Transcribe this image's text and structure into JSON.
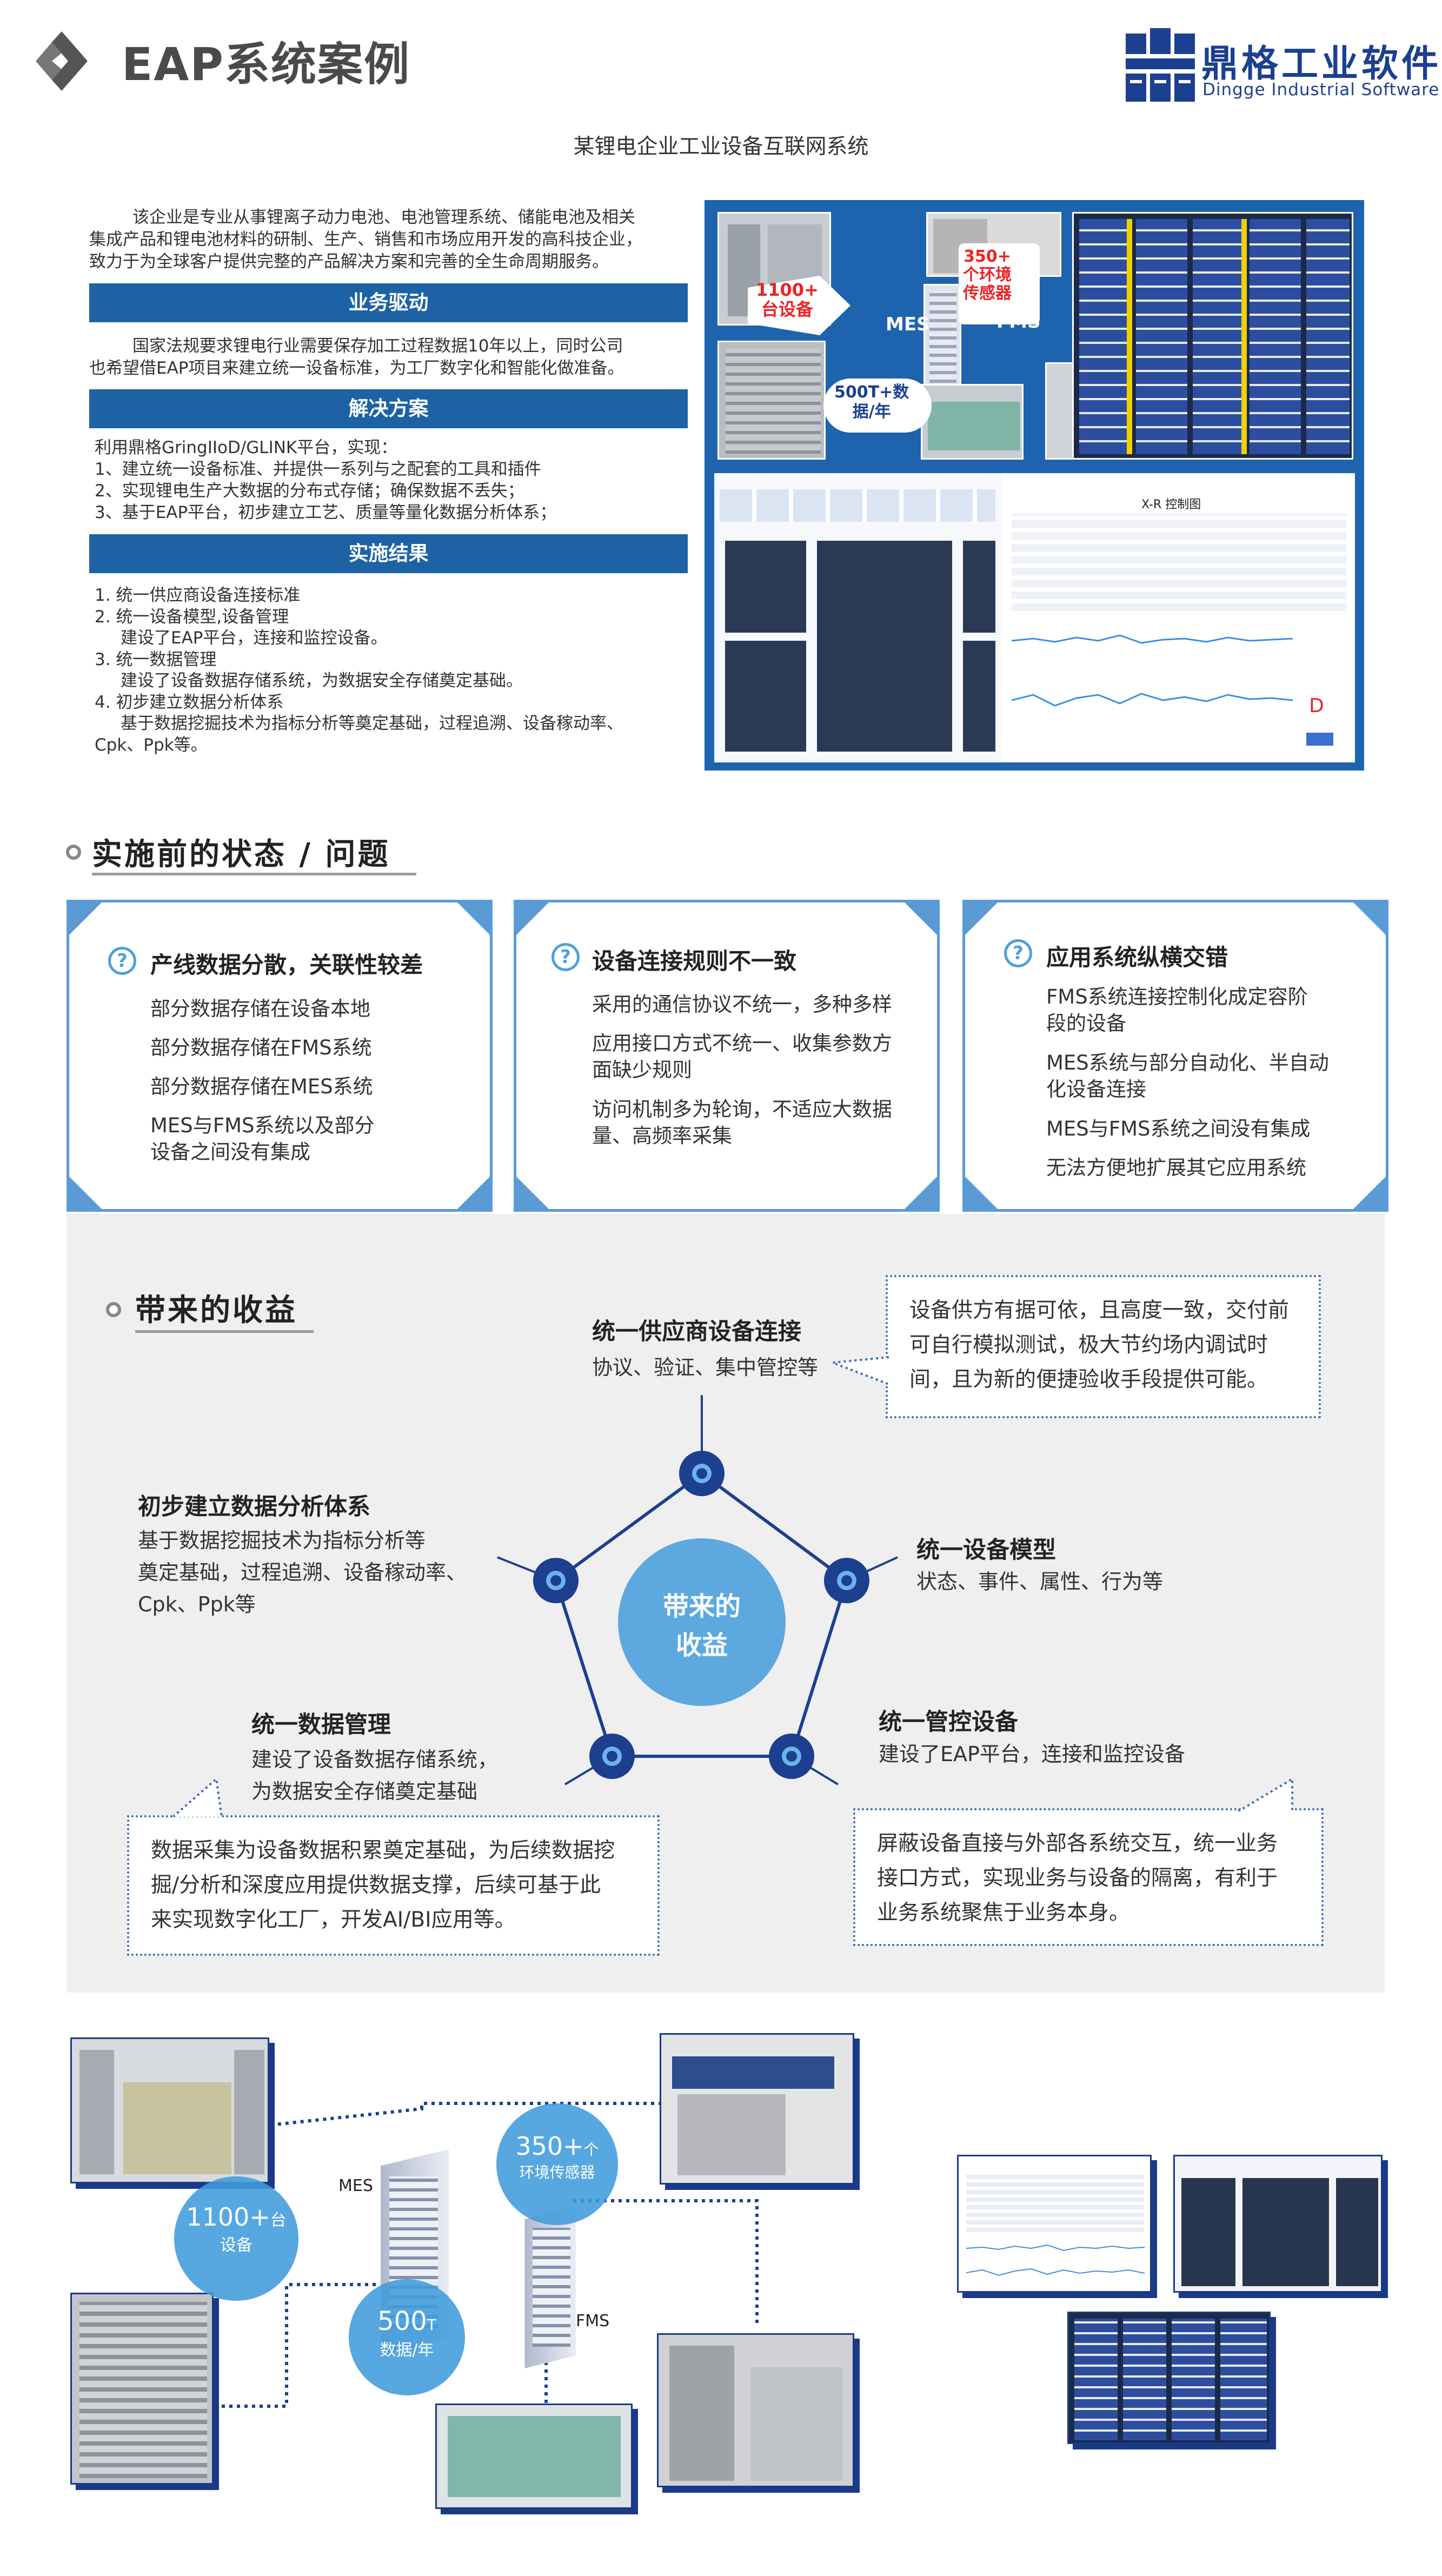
{
  "header": {
    "title": "EAP系统案例",
    "brand_cn": "鼎格工业软件",
    "brand_en": "Dingge Industrial Software"
  },
  "subtitle": "某锂电企业工业设备互联网系统",
  "intro": {
    "paragraph_lines": [
      "该企业是专业从事锂离子动力电池、电池管理系统、储能电池及相关",
      "集成产品和锂电池材料的研制、生产、销售和市场应用开发的高科技企业，",
      "致力于为全球客户提供完整的产品解决方案和完善的全生命周期服务。"
    ],
    "drive_title": "业务驱动",
    "drive_lines": [
      "国家法规要求锂电行业需要保存加工过程数据10年以上，同时公司",
      "也希望借EAP项目来建立统一设备标准，为工厂数字化和智能化做准备。"
    ],
    "solution_title": "解决方案",
    "solution_lines": [
      "利用鼎格GringIIoD/GLINK平台，实现：",
      "1、建立统一设备标准、并提供一系列与之配套的工具和插件",
      "2、实现锂电生产大数据的分布式存储；确保数据不丢失；",
      "3、基于EAP平台，初步建立工艺、质量等量化数据分析体系；"
    ],
    "result_title": "实施结果",
    "result_lines": [
      "1. 统一供应商设备连接标准",
      "2. 统一设备模型,设备管理",
      "    建设了EAP平台，连接和监控设备。",
      "3. 统一数据管理",
      "    建设了设备数据存储系统，为数据安全存储奠定基础。",
      "4. 初步建立数据分析体系",
      "    基于数据挖掘技术为指标分析等奠定基础，过程追溯、设备稼动率、",
      "Cpk、Ppk等。"
    ],
    "image_labels": {
      "devices": "1100+\n台设备",
      "sensors": "350+\n个环境\n传感器",
      "mes": "MES",
      "fms": "FMS",
      "data": "500T+数\n据/年",
      "screen_title": "X-R 控制图",
      "screen_mark": "D"
    }
  },
  "section1": {
    "title": "实施前的状态 / 问题",
    "cards": [
      {
        "title": "产线数据分散，关联性较差",
        "items": [
          "部分数据存储在设备本地",
          "部分数据存储在FMS系统",
          "部分数据存储在MES系统",
          "MES与FMS系统以及部分\n设备之间没有集成"
        ]
      },
      {
        "title": "设备连接规则不一致",
        "items": [
          "采用的通信协议不统一，多种多样",
          "应用接口方式不统一、收集参数方\n面缺少规则",
          "访问机制多为轮询，不适应大数据\n量、高频率采集"
        ]
      },
      {
        "title": "应用系统纵横交错",
        "items": [
          "FMS系统连接控制化成定容阶\n段的设备",
          "MES系统与部分自动化、半自动\n化设备连接",
          "MES与FMS系统之间没有集成",
          "无法方便地扩展其它应用系统"
        ]
      }
    ]
  },
  "section2": {
    "title": "带来的收益",
    "center": "带来的\n收益",
    "top_head": "统一供应商设备连接",
    "top_text": "协议、验证、集中管控等",
    "top_box": "设备供方有据可依，且高度一致，交付前\n可自行模拟测试，极大节约场内调试时\n间，且为新的便捷验收手段提供可能。",
    "left_head": "初步建立数据分析体系",
    "left_text": "基于数据挖掘技术为指标分析等\n奠定基础，过程追溯、设备稼动率、\nCpk、Ppk等",
    "right_head": "统一设备模型",
    "right_text": "状态、事件、属性、行为等",
    "bl_head": "统一数据管理",
    "bl_text": "建设了设备数据存储系统，\n为数据安全存储奠定基础",
    "bl_box": "数据采集为设备数据积累奠定基础，为后续数据挖\n掘/分析和深度应用提供数据支撑，后续可基于此\n来实现数字化工厂，开发AI/BI应用等。",
    "br_head": "统一管控设备",
    "br_text": "建设了EAP平台，连接和监控设备",
    "br_box": "屏蔽设备直接与外部各系统交互，统一业务\n接口方式，实现业务与设备的隔离，有利于\n业务系统聚焦于业务本身。"
  },
  "bottom": {
    "devices_num": "1100+",
    "devices_unit": "台",
    "devices_label": "设备",
    "sensors_num": "350+",
    "sensors_unit": "个",
    "sensors_label": "环境传感器",
    "data_num": "500",
    "data_unit": "T",
    "data_label": "数据/年",
    "mes": "MES",
    "fms": "FMS"
  },
  "colors": {
    "brand_blue": "#1d62a4",
    "logo_blue": "#1c3f8f",
    "accent_light_blue": "#5b9bd5",
    "navy": "#1a3a88"
  }
}
